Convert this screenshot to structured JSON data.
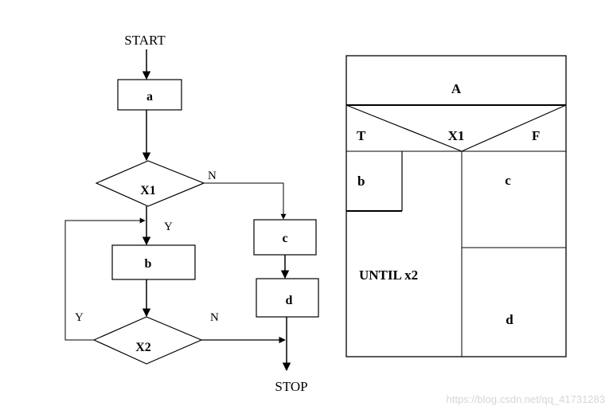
{
  "flowchart": {
    "start": "START",
    "stop": "STOP",
    "box_a": "a",
    "box_b": "b",
    "box_c": "c",
    "box_d": "d",
    "decision_x1": "X1",
    "decision_x2": "X2",
    "x1_no": "N",
    "x1_yes": "Y",
    "x2_yes": "Y",
    "x2_no": "N"
  },
  "ns_diagram": {
    "top": "A",
    "condition": "X1",
    "true_label": "T",
    "false_label": "F",
    "loop_body": "b",
    "loop_label": "UNTIL  x2",
    "right_top": "c",
    "right_bottom": "d"
  },
  "watermark": "https://blog.csdn.net/qq_41731283"
}
